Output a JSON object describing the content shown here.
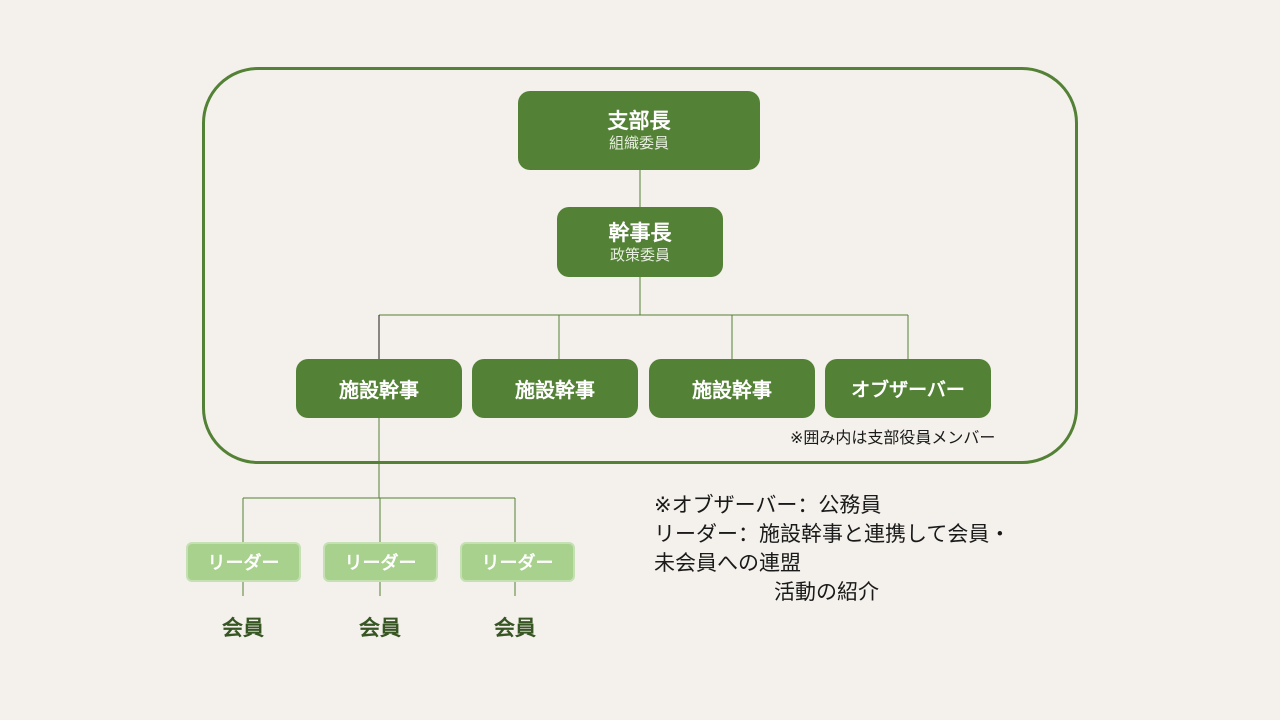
{
  "org": {
    "top": {
      "title": "支部長",
      "sub": "組織委員"
    },
    "second": {
      "title": "幹事長",
      "sub": "政策委員"
    },
    "third": [
      "施設幹事",
      "施設幹事",
      "施設幹事",
      "オブザーバー"
    ],
    "frame_note": "※囲み内は支部役員メンバー",
    "leaders": [
      "リーダー",
      "リーダー",
      "リーダー"
    ],
    "members": [
      "会員",
      "会員",
      "会員"
    ]
  },
  "notes": {
    "line1": "※オブザーバー：公務員",
    "line2": "リーダー：施設幹事と連携して会員・",
    "line3": "未会員への連盟",
    "line4": "活動の紹介"
  },
  "colors": {
    "dark_green": "#538135",
    "light_green": "#a9d18e",
    "member_text": "#375623",
    "background": "#f4f1ec"
  }
}
